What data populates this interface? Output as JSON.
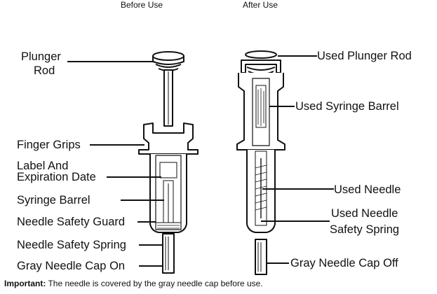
{
  "headers": {
    "before": "Before Use",
    "after": "After Use"
  },
  "before_labels": {
    "plunger_rod": [
      "Plunger",
      "Rod"
    ],
    "finger_grips": "Finger Grips",
    "label_expiration": [
      "Label And",
      "Expiration Date"
    ],
    "syringe_barrel": "Syringe Barrel",
    "needle_safety_guard": "Needle Safety Guard",
    "needle_safety_spring": "Needle Safety Spring",
    "gray_needle_cap_on": "Gray Needle Cap On"
  },
  "after_labels": {
    "used_plunger_rod": "Used Plunger Rod",
    "used_syringe_barrel": "Used Syringe Barrel",
    "used_needle": "Used Needle",
    "used_needle_safety_spring": [
      "Used Needle",
      "Safety Spring"
    ],
    "gray_needle_cap_off": "Gray Needle Cap Off"
  },
  "note": {
    "bold": "Important:",
    "text": " The needle is covered by the gray needle cap before use."
  }
}
